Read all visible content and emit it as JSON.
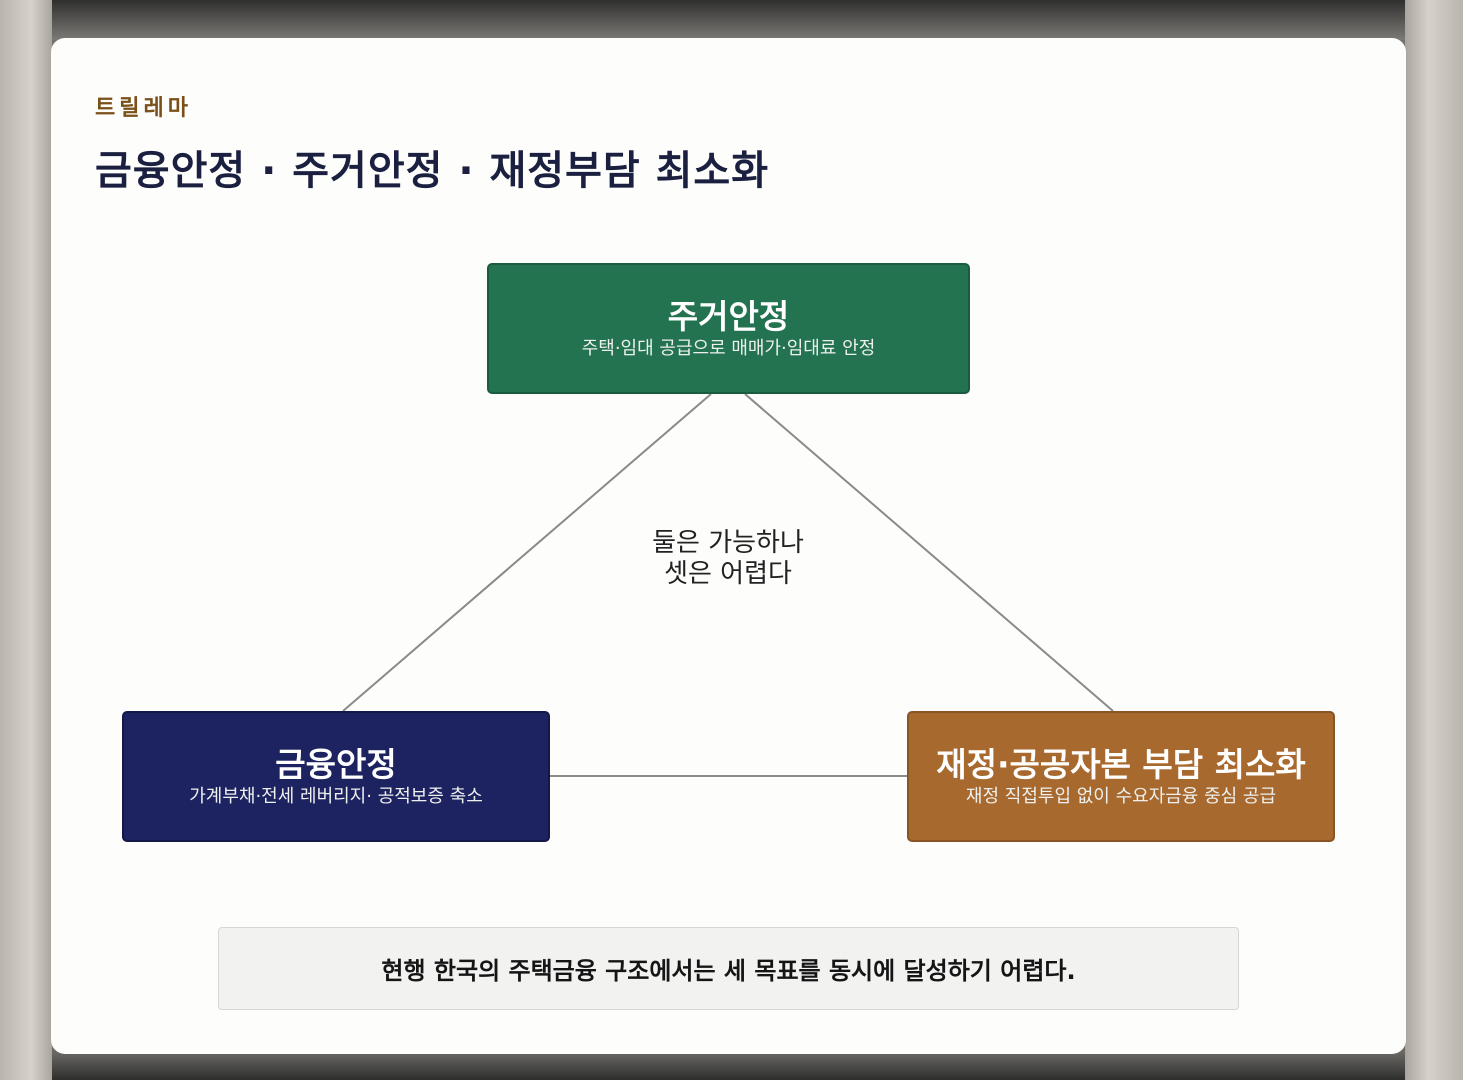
{
  "slide": {
    "eyebrow": "트릴레마",
    "title": "금융안정 · 주거안정 · 재정부담 최소화"
  },
  "diagram": {
    "nodes": {
      "top": {
        "title": "주거안정",
        "subtitle": "주택·임대 공급으로 매매가·임대료 안정",
        "color": "#237350"
      },
      "left": {
        "title": "금융안정",
        "subtitle": "가계부채·전세 레버리지· 공적보증 축소",
        "color": "#1d2260"
      },
      "right": {
        "title": "재정·공공자본 부담 최소화",
        "subtitle": "재정 직접투입 없이 수요자금융 중심 공급",
        "color": "#a8692e"
      }
    },
    "center_note": {
      "line1": "둘은 가능하나",
      "line2": "셋은 어렵다"
    },
    "edges": [
      "top-left",
      "top-right",
      "left-right"
    ]
  },
  "footer": {
    "conclusion": "현행 한국의 주택금융 구조에서는 세 목표를 동시에 달성하기 어렵다."
  },
  "colors": {
    "title": "#1b2040",
    "eyebrow": "#7a4f18",
    "connector": "#8a8a8a"
  }
}
